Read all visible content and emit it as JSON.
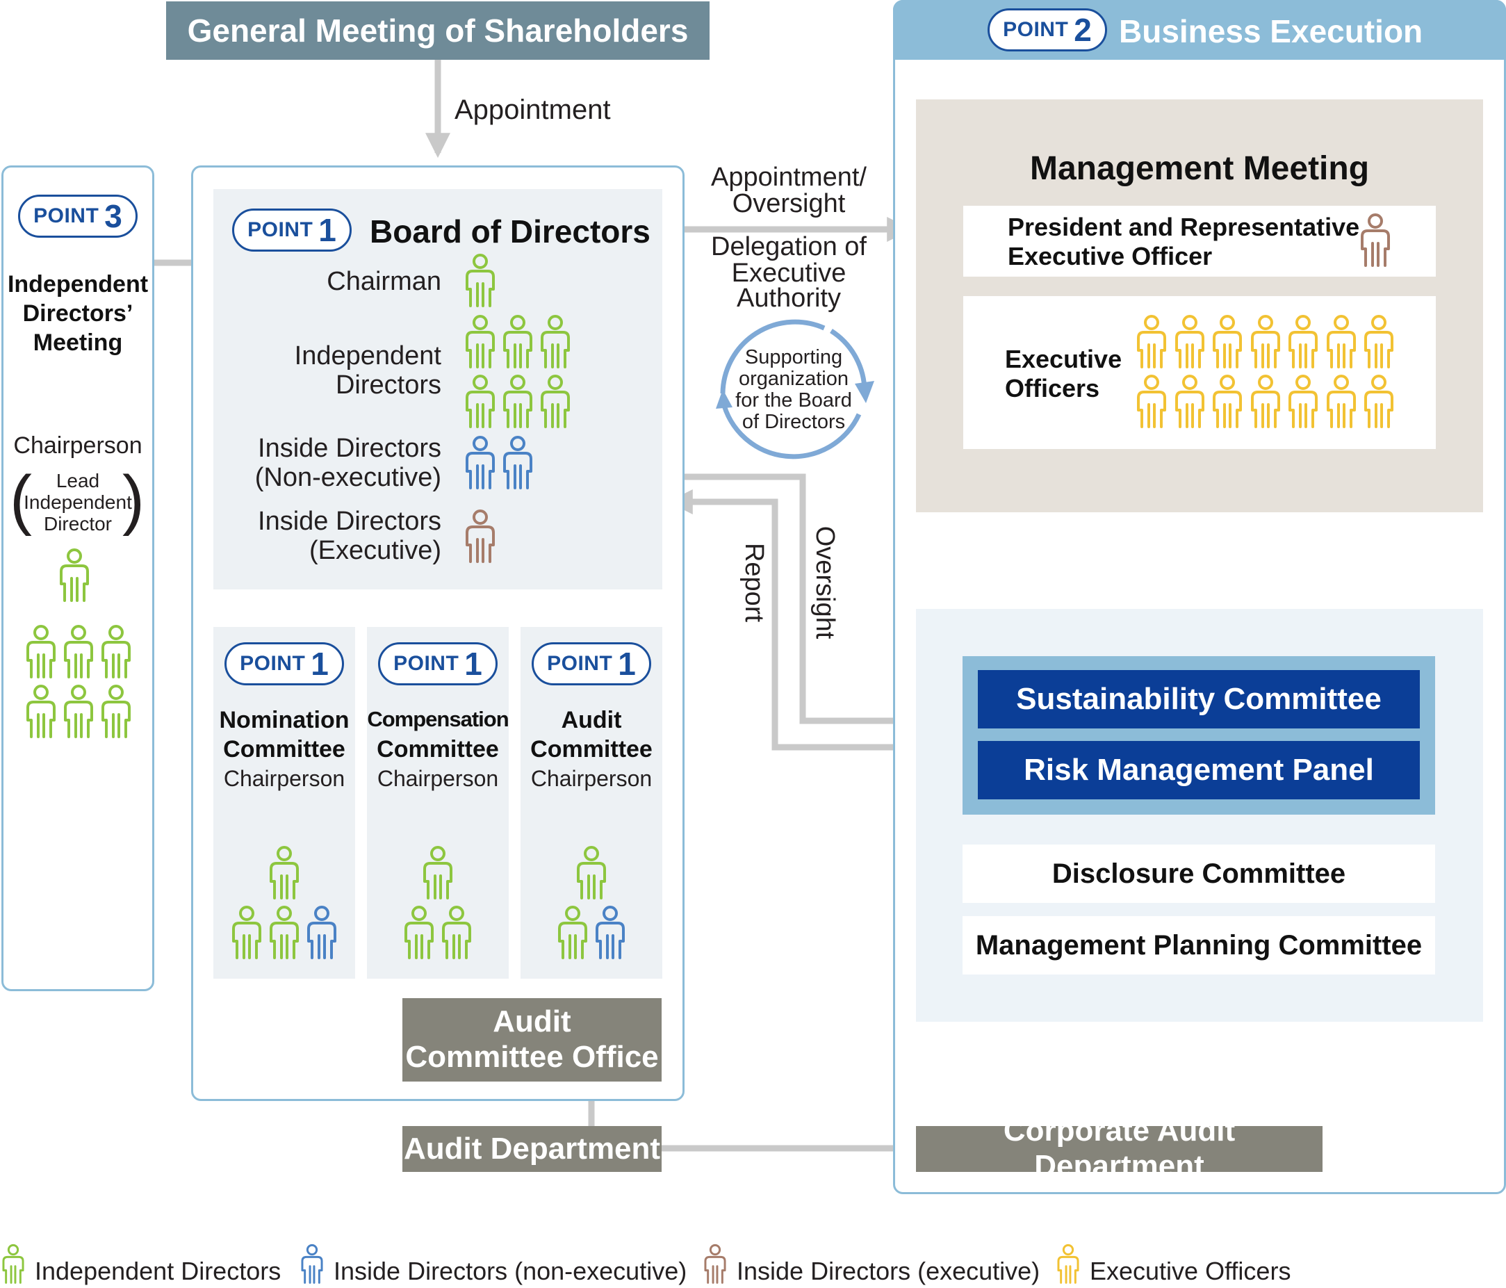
{
  "colors": {
    "independent": "#8dc63f",
    "inside_non_exec": "#4a82c5",
    "inside_exec": "#a67c6a",
    "executive_officer": "#f2c233",
    "pill_blue": "#1a4f9c",
    "header_gray": "#6f8b98",
    "header_blue": "#8cbcd8",
    "box_gray": "#85847a",
    "committee_blue": "#0b3e97"
  },
  "shareholders": {
    "title": "General Meeting of Shareholders",
    "appointment": "Appointment"
  },
  "points": {
    "word": "POINT",
    "one": "1",
    "two": "2",
    "three": "3"
  },
  "business": {
    "title": "Business Execution",
    "management_meeting": "Management Meeting",
    "president_line1": "President and Representative",
    "president_line2": "Executive Officer",
    "exec_officers_line1": "Executive",
    "exec_officers_line2": "Officers",
    "sustainability": "Sustainability Committee",
    "risk": "Risk Management Panel",
    "disclosure": "Disclosure Committee",
    "planning": "Management Planning Committee",
    "corporate_audit": "Corporate Audit Department"
  },
  "board": {
    "title": "Board of Directors",
    "chairman": "Chairman",
    "independent_line1": "Independent",
    "independent_line2": "Directors",
    "inside_nonexec_line1": "Inside Directors",
    "inside_nonexec_line2": "(Non-executive)",
    "inside_exec_line1": "Inside Directors",
    "inside_exec_line2": "(Executive)"
  },
  "committees": {
    "nomination_line1": "Nomination",
    "nomination_line2": "Committee",
    "compensation_line1": "Compensation",
    "compensation_line2": "Committee",
    "audit_line1": "Audit",
    "audit_line2": "Committee",
    "chairperson": "Chairperson"
  },
  "audit_office_line1": "Audit",
  "audit_office_line2": "Committee Office",
  "audit_department": "Audit Department",
  "independent_meeting": {
    "line1": "Independent",
    "line2": "Directors’",
    "line3": "Meeting",
    "chairperson": "Chairperson",
    "lead_line1": "Lead",
    "lead_line2": "Independent",
    "lead_line3": "Director"
  },
  "flows": {
    "appointment_oversight_line1": "Appointment/",
    "appointment_oversight_line2": "Oversight",
    "delegation_line1": "Delegation of",
    "delegation_line2": "Executive",
    "delegation_line3": "Authority",
    "supporting_line1": "Supporting",
    "supporting_line2": "organization",
    "supporting_line3": "for the Board",
    "supporting_line4": "of Directors",
    "report": "Report",
    "oversight": "Oversight"
  },
  "legend": {
    "independent": "Independent Directors",
    "inside_non_exec": "Inside Directors (non-executive)",
    "inside_exec": "Inside Directors (executive)",
    "exec_officers": "Executive Officers"
  },
  "icons": {
    "person": "person-icon",
    "arrow": "arrow-icon",
    "cycle": "cycle-arrows-icon"
  }
}
